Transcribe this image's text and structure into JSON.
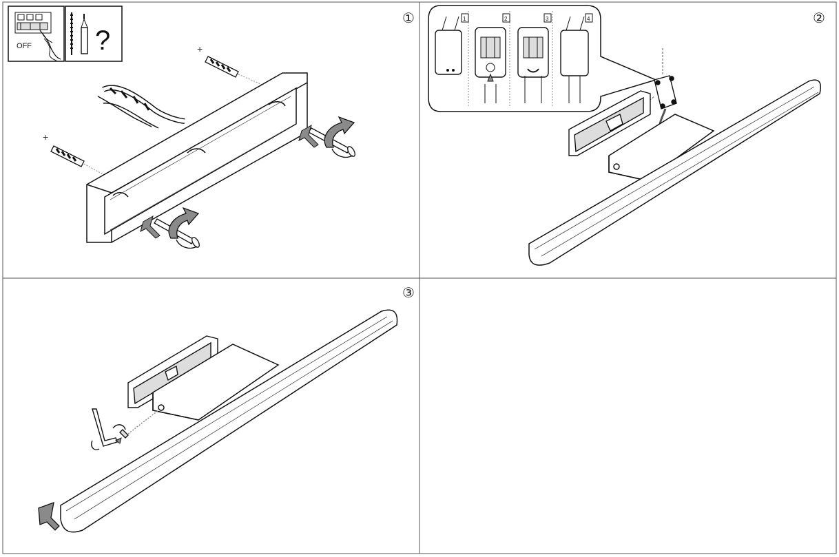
{
  "steps": [
    {
      "number": "①"
    },
    {
      "number": "②"
    },
    {
      "number": "③"
    }
  ],
  "notices": {
    "power_off_label": "OFF",
    "tools_question": "?"
  },
  "wiring_insets": [
    "1",
    "2",
    "3",
    "4"
  ],
  "plus_marks": [
    "+",
    "+"
  ],
  "colors": {
    "line": "#111111",
    "grid": "#666666",
    "arrow_fill": "#8a8a8a"
  }
}
